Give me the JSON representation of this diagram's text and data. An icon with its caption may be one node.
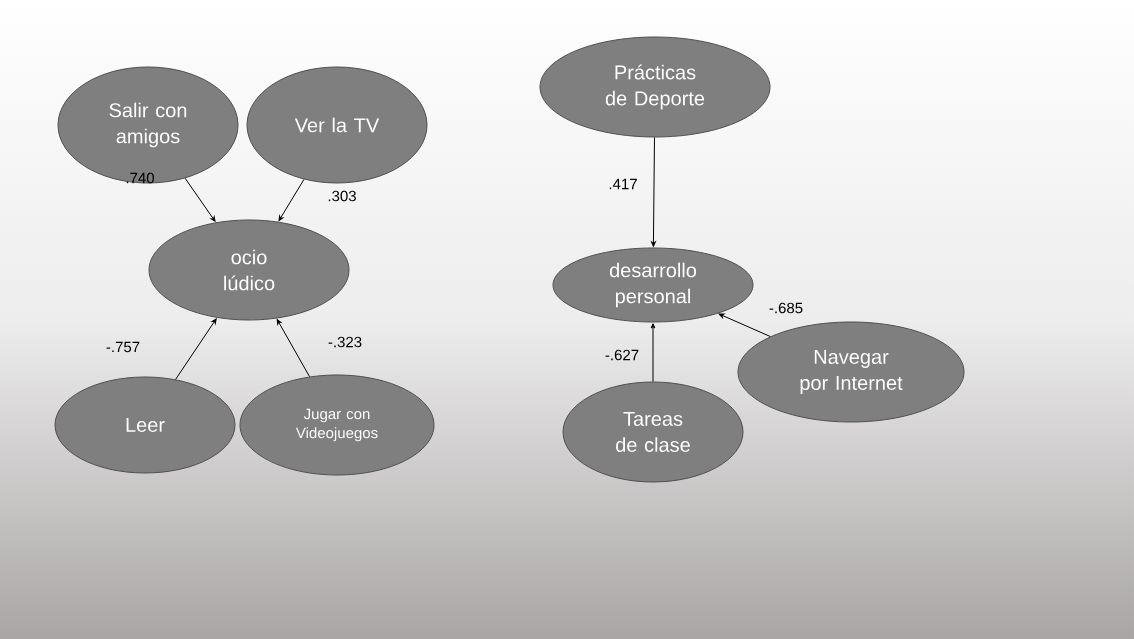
{
  "diagram": {
    "nodes": [
      {
        "text": [
          "Salir con amigos"
        ]
      },
      {
        "text": [
          "Ver la TV"
        ]
      },
      {
        "text": [
          "ocio lúdico"
        ]
      },
      {
        "text": [
          "Leer"
        ]
      },
      {
        "text": [
          "Jugar con Videojuegos"
        ]
      },
      {
        "text": [
          "Prácticas de Deporte"
        ]
      },
      {
        "text": [
          "desarrollo personal"
        ]
      },
      {
        "text": [
          "Navegar por Internet"
        ]
      },
      {
        "text": [
          "Tareas de clase"
        ]
      }
    ],
    "edges": [
      {
        "from": 0,
        "to": 2,
        "arrow": "to",
        "label": ".740"
      },
      {
        "from": 1,
        "to": 2,
        "arrow": "to",
        "label": ".303"
      },
      {
        "from": 3,
        "to": 2,
        "arrow": "to",
        "label": "-.757"
      },
      {
        "from": 4,
        "to": 2,
        "arrow": "to",
        "label": "-.323"
      },
      {
        "from": 5,
        "to": 6,
        "arrow": "to",
        "label": ".417"
      },
      {
        "from": 8,
        "to": 6,
        "arrow": "to",
        "label": "-.627"
      },
      {
        "from": 7,
        "to": 6,
        "arrow": "to",
        "label": "-.685"
      }
    ]
  }
}
